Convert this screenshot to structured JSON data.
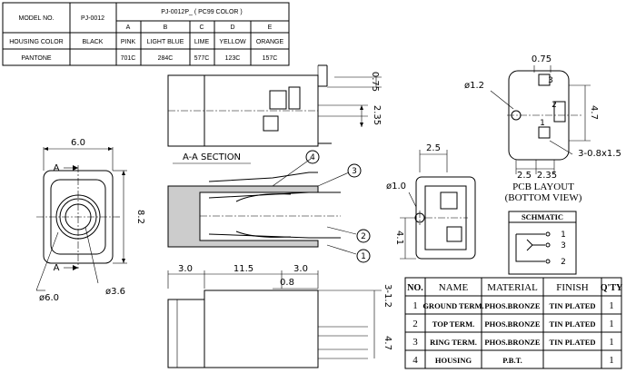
{
  "color_table": {
    "row1": {
      "model_label": "MODEL NO.",
      "model_value": "PJ-0012",
      "color_header": "PJ-0012P_ ( PC99 COLOR )"
    },
    "letters": [
      "A",
      "B",
      "C",
      "D",
      "E"
    ],
    "row_housing": {
      "label": "HOUSING COLOR",
      "black": "BLACK",
      "colors": [
        "PINK",
        "LIGHT BLUE",
        "LIME",
        "YELLOW",
        "ORANGE"
      ]
    },
    "row_pantone": {
      "label": "PANTONE",
      "codes": [
        "701C",
        "284C",
        "577C",
        "123C",
        "157C"
      ]
    }
  },
  "front_view": {
    "width": "6.0",
    "height": "8.2",
    "dia_outer": "ø6.0",
    "dia_inner": "ø3.6",
    "section_a": "A"
  },
  "top_view": {
    "dim_075": "0.75",
    "dim_235": "2.35"
  },
  "section_view": {
    "title": "A-A SECTION",
    "callouts": [
      "4",
      "3",
      "2",
      "1"
    ]
  },
  "bottom_view": {
    "dim_30a": "3.0",
    "dim_115": "11.5",
    "dim_30b": "3.0",
    "dim_08": "0.8",
    "dim_312": "3-1.2",
    "dim_47": "4.7"
  },
  "side_view": {
    "dim_25": "2.5",
    "dim_10": "ø1.0",
    "dim_41": "4.1"
  },
  "pcb_layout": {
    "dim_075": "0.75",
    "dim_12": "ø1.2",
    "dim_47": "4.7",
    "dim_slot": "3-0.8x1.5",
    "dim_25": "2.5",
    "dim_235": "2.35",
    "pins": [
      "3",
      "2",
      "1"
    ],
    "title1": "PCB LAYOUT",
    "title2": "(BOTTOM VIEW)"
  },
  "schematic": {
    "title": "SCHMATIC",
    "pins": [
      "1",
      "3",
      "2"
    ]
  },
  "bom": {
    "headers": [
      "NO.",
      "NAME",
      "MATERIAL",
      "FINISH",
      "Q'TY"
    ],
    "rows": [
      [
        "1",
        "GROUND TERM.",
        "PHOS.BRONZE",
        "TIN PLATED",
        "1"
      ],
      [
        "2",
        "TOP TERM.",
        "PHOS.BRONZE",
        "TIN PLATED",
        "1"
      ],
      [
        "3",
        "RING TERM.",
        "PHOS.BRONZE",
        "TIN PLATED",
        "1"
      ],
      [
        "4",
        "HOUSING",
        "P.B.T.",
        "",
        "1"
      ]
    ]
  }
}
